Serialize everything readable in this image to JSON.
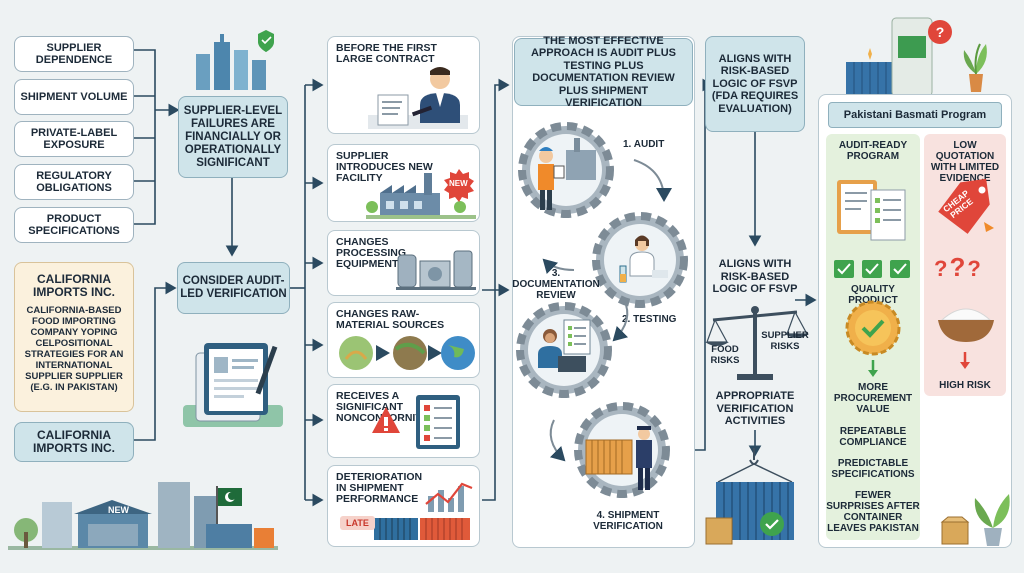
{
  "factors": [
    "SUPPLIER DEPENDENCE",
    "SHIPMENT VOLUME",
    "PRIVATE-LABEL EXPOSURE",
    "REGULATORY OBLIGATIONS",
    "PRODUCT SPECIFICATIONS"
  ],
  "supplier_level": "SUPPLIER-LEVEL FAILURES ARE FINANCIALLY OR OPERATIONALLY SIGNIFICANT",
  "california_card": {
    "title": "CALIFORNIA IMPORTS INC.",
    "desc": "CALIFORNIA-BASED FOOD IMPORTING COMPANY YOPING CELPOSITIONAL STRATEGIES FOR AN INTERNATIONAL SUPPLIER SUPPLIER (E.G. IN PAKISTAN)"
  },
  "california_box": "CALIFORNIA IMPORTS INC.",
  "consider": "CONSIDER AUDIT-LED VERIFICATION",
  "triggers": [
    "BEFORE THE FIRST LARGE CONTRACT",
    "SUPPLIER INTRODUCES NEW FACILITY",
    "CHANGES PROCESSING EQUIPMENT",
    "CHANGES RAW-MATERIAL SOURCES",
    "RECEIVES A SIGNIFICANT NONCONFORNITY",
    "DETERIORATION IN SHIPMENT PERFORMANCE"
  ],
  "badges": {
    "new": "NEW",
    "late": "LATE",
    "new_building": "NEW"
  },
  "approach": "THE MOST EFFECTIVE APPROACH IS AUDIT PLUS TESTING PLUS DOCUMENTATION REVIEW PLUS SHIPMENT VERIFICATION",
  "steps": [
    "1. AUDIT",
    "2. TESTING",
    "3. DOCUMENTATION REVIEW",
    "4. SHIPMENT VERIFICATION"
  ],
  "aligns_top": "ALIGNS WITH RISK-BASED LOGIC OF FSVP (FDA REQUIRES EVALUATION)",
  "aligns_mid": "ALIGNS WITH RISK-BASED LOGIC OF FSVP",
  "scale": {
    "left": "FOOD RISKS",
    "right": "SUPPLIER RISKS"
  },
  "appropriate": "APPROPRIATE VERIFICATION ACTIVITIES",
  "program": {
    "title": "Pakistani Basmati Program",
    "good": {
      "header": "AUDIT-READY PROGRAM",
      "quality": "QUALITY PRODUCT",
      "items": [
        "MORE PROCUREMENT VALUE",
        "REPEATABLE COMPLIANCE",
        "PREDICTABLE SPECIFICATIONS",
        "FEWER SURPRISES AFTER CONTAINER LEAVES PAKISTAN"
      ]
    },
    "bad": {
      "header": "LOW QUOTATION WITH LIMITED EVIDENCE",
      "tag": "CHEAP PRICE",
      "risk": "HIGH RISK"
    }
  },
  "colors": {
    "accent_blue": "#2f6f8f",
    "green": "#7cbf5a",
    "red": "#e0463a",
    "orange": "#f08a2a",
    "panel_green": "#e4f1dd",
    "panel_red": "#f8e2df"
  }
}
